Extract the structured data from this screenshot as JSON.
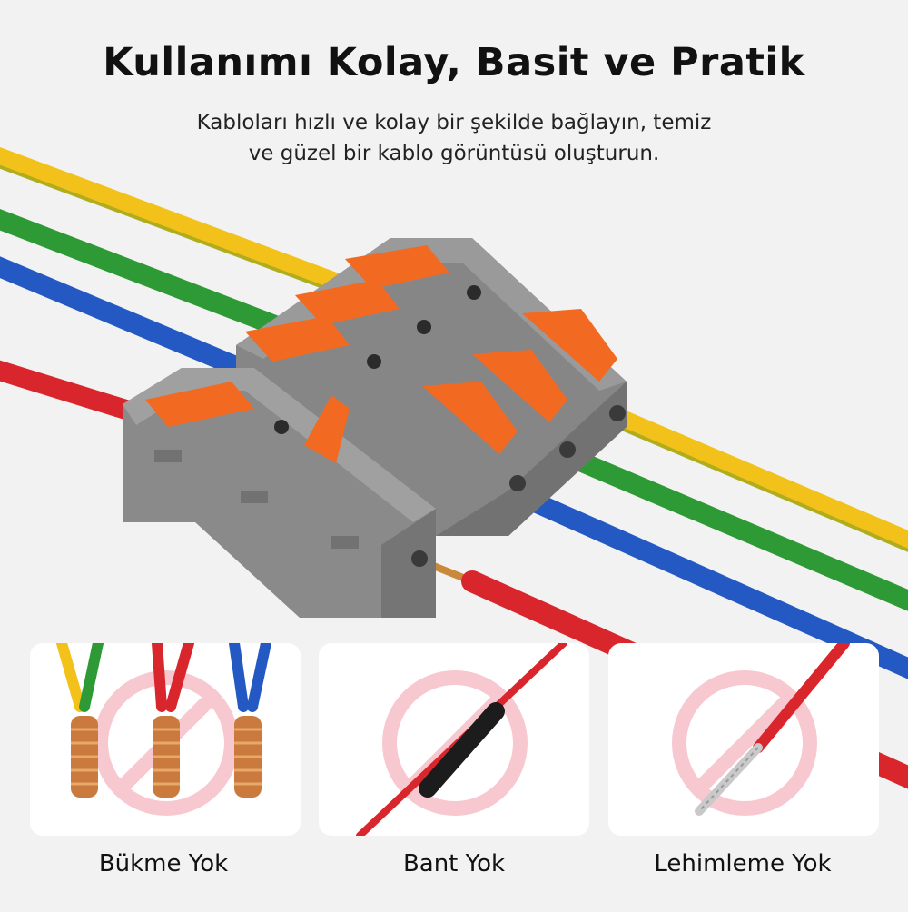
{
  "header": {
    "title": "Kullanımı Kolay, Basit ve Pratik",
    "subtitle_line1": "Kabloları hızlı ve kolay bir şekilde bağlayın, temiz",
    "subtitle_line2": "ve güzel bir kablo görüntüsü oluşturun."
  },
  "panels": [
    {
      "label": "Bükme Yok"
    },
    {
      "label": "Bant Yok"
    },
    {
      "label": "Lehimleme Yok"
    }
  ],
  "colors": {
    "wire_yellow": "#f2c21a",
    "wire_green": "#2e9a35",
    "wire_blue": "#2459c4",
    "wire_red": "#d9262c",
    "connector_gray": "#8a8a8a",
    "lever_orange": "#f26a22",
    "no_sign_pink": "#f7c8cf"
  },
  "icons": {
    "main": "lever-wire-connector-product-image",
    "forbidden": "no-sign-icon"
  }
}
